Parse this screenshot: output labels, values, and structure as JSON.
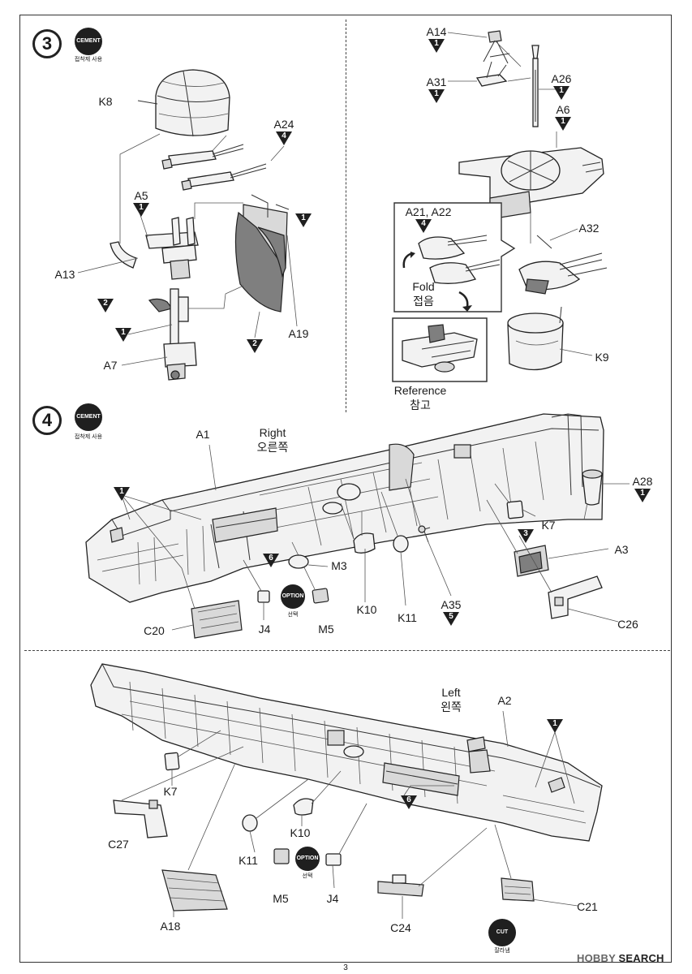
{
  "page": {
    "page_number": "3",
    "watermark": "HOBBY SEARCH",
    "watermark_prefix": "HOBBY",
    "watermark_suffix": "SEARCH"
  },
  "icons": {
    "cement": {
      "label": "CEMENT",
      "sub": "접착제 사용"
    },
    "option": {
      "label": "OPTION",
      "sub": "선택"
    },
    "cut": {
      "label": "CUT",
      "sub": "잘라냄"
    }
  },
  "step3": {
    "number": "3",
    "left_labels": {
      "k8": "K8",
      "a24": "A24",
      "a5": "A5",
      "a13": "A13",
      "a7": "A7",
      "a19": "A19"
    },
    "right_labels": {
      "a14": "A14",
      "a31": "A31",
      "a26": "A26",
      "a6": "A6",
      "a21_a22": "A21, A22",
      "a32": "A32",
      "fold_en": "Fold",
      "fold_ko": "접음",
      "k9": "K9",
      "reference_en": "Reference",
      "reference_ko": "참고"
    },
    "triangles": {
      "a24": "4",
      "a5": "1",
      "a19": "1",
      "a7_side": "1",
      "lever": "2",
      "a19_low": "2",
      "a14": "1",
      "a31": "1",
      "a26": "1",
      "a6": "1",
      "a21_a22": "4"
    }
  },
  "step4": {
    "number": "4",
    "right_side": {
      "title_en": "Right",
      "title_ko": "오른쪽",
      "labels": {
        "a1": "A1",
        "a28": "A28",
        "k7": "K7",
        "a3": "A3",
        "m3": "M3",
        "c26": "C26",
        "a35": "A35",
        "k10": "K10",
        "k11": "K11",
        "j4": "J4",
        "m5": "M5",
        "c20": "C20"
      },
      "triangles": {
        "left_end": "1",
        "a28": "1",
        "a3": "3",
        "vents": "6",
        "a35": "5"
      }
    },
    "left_side": {
      "title_en": "Left",
      "title_ko": "왼쪽",
      "labels": {
        "a2": "A2",
        "k7": "K7",
        "c27": "C27",
        "k10": "K10",
        "k11": "K11",
        "m5": "M5",
        "j4": "J4",
        "a18": "A18",
        "c24": "C24",
        "c21": "C21"
      },
      "triangles": {
        "right_end": "1",
        "vents": "6"
      }
    }
  }
}
